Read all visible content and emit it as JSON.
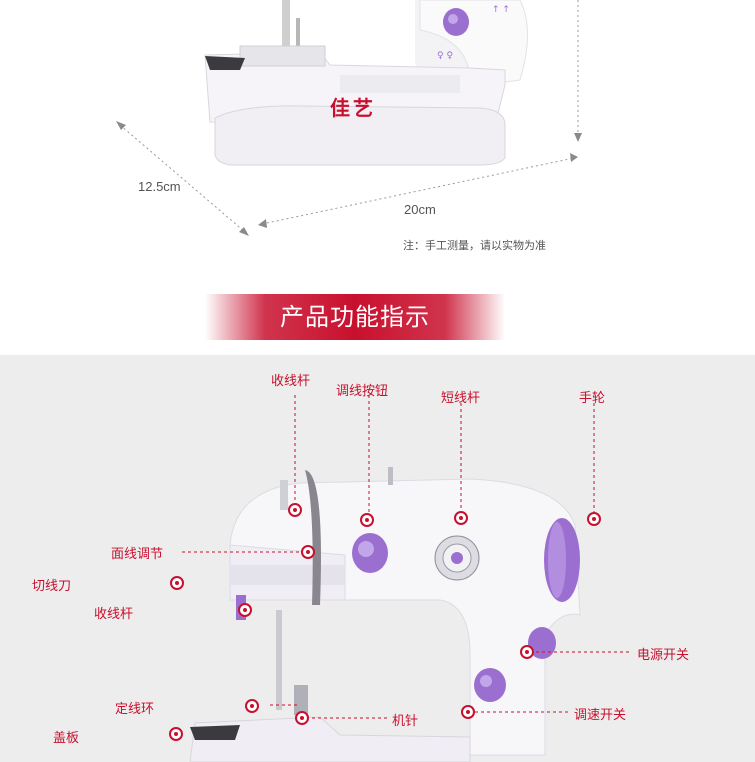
{
  "top": {
    "brand_logo": "佳艺",
    "height_label": "12.5cm",
    "width_label": "20cm",
    "note": "注：手工测量，请以实物为准"
  },
  "section": {
    "title": "产品功能指示"
  },
  "callouts": {
    "take_up_lever_top": "收线杆",
    "thread_button": "调线按钮",
    "short_lever": "短线杆",
    "handwheel": "手轮",
    "face_thread_adjust": "面线调节",
    "thread_cutter": "切线刀",
    "take_up_lever_side": "收线杆",
    "power_switch": "电源开关",
    "thread_ring": "定线环",
    "needle": "机针",
    "speed_switch": "调速开关",
    "cover_plate": "盖板"
  },
  "colors": {
    "accent_red": "#c8102e",
    "machine_purple": "#9b6fd0",
    "panel_bg": "#ededed"
  }
}
